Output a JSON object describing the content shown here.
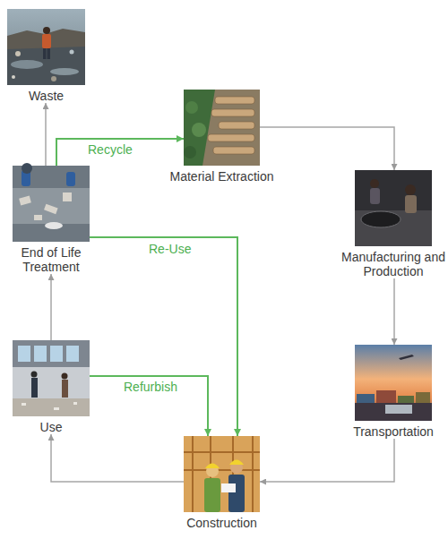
{
  "diagram": {
    "nodes": [
      {
        "text": [
          "Waste"
        ]
      },
      {
        "text": [
          "Material Extraction"
        ]
      },
      {
        "text": [
          "End of Life Treatment"
        ]
      },
      {
        "text": [
          "Manufacturing and Production"
        ]
      },
      {
        "text": [
          "Use"
        ]
      },
      {
        "text": [
          "Transportation"
        ]
      },
      {
        "text": [
          "Construction"
        ]
      }
    ],
    "edges": [
      {
        "from": 2,
        "to": 0,
        "arrow": "to"
      },
      {
        "from": 2,
        "to": 1,
        "label": "Recycle",
        "arrow": "to"
      },
      {
        "from": 1,
        "to": 3,
        "arrow": "to"
      },
      {
        "from": 3,
        "to": 5,
        "arrow": "to"
      },
      {
        "from": 5,
        "to": 6,
        "arrow": "to"
      },
      {
        "from": 6,
        "to": 4,
        "arrow": "to"
      },
      {
        "from": 4,
        "to": 2,
        "arrow": "to"
      },
      {
        "from": 2,
        "to": 6,
        "label": "Re-Use",
        "arrow": "to"
      },
      {
        "from": 4,
        "to": 6,
        "label": "Refurbish",
        "arrow": "to"
      }
    ]
  }
}
